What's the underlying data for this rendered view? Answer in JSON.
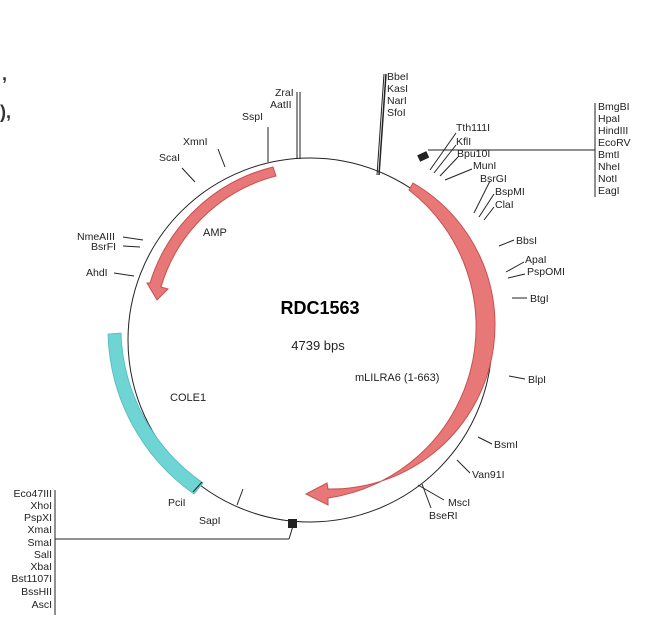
{
  "plasmid": {
    "name": "RDC1563",
    "length_label": "4739 bps"
  },
  "cropped_edge_text": [
    ",",
    "),"
  ],
  "features": [
    {
      "name": "AMP",
      "color": "#e06969"
    },
    {
      "name": "mLILRA6 (1-663)",
      "color": "#e06969"
    },
    {
      "name": "COLE1",
      "color": "#6fd4d4"
    }
  ],
  "sites": {
    "top_left_cluster": [
      "SspI",
      "ZraI",
      "AatII"
    ],
    "top_cluster": [
      "BbeI",
      "KasI",
      "NarI",
      "SfoI"
    ],
    "right_top_cluster": [
      "Tth111I",
      "KflI",
      "Bpu10I",
      "MunI",
      "BsrGI",
      "BspMI",
      "ClaI"
    ],
    "right_box": [
      "BmgBI",
      "HpaI",
      "HindIII",
      "EcoRV",
      "BmtI",
      "NheI",
      "NotI",
      "EagI"
    ],
    "right_single": [
      "BbsI",
      "ApaI",
      "PspOMI",
      "BtgI",
      "BlpI",
      "BsmI",
      "Van91I",
      "MscI",
      "BseRI"
    ],
    "left_single": [
      "XmnI",
      "ScaI",
      "NmeAIII",
      "BsrFI",
      "AhdI",
      "PciI",
      "SapI"
    ],
    "left_box": [
      "Eco47III",
      "XhoI",
      "PspXI",
      "XmaI",
      "SmaI",
      "SalI",
      "XbaI",
      "Bst1107I",
      "BssHII",
      "AscI"
    ]
  }
}
